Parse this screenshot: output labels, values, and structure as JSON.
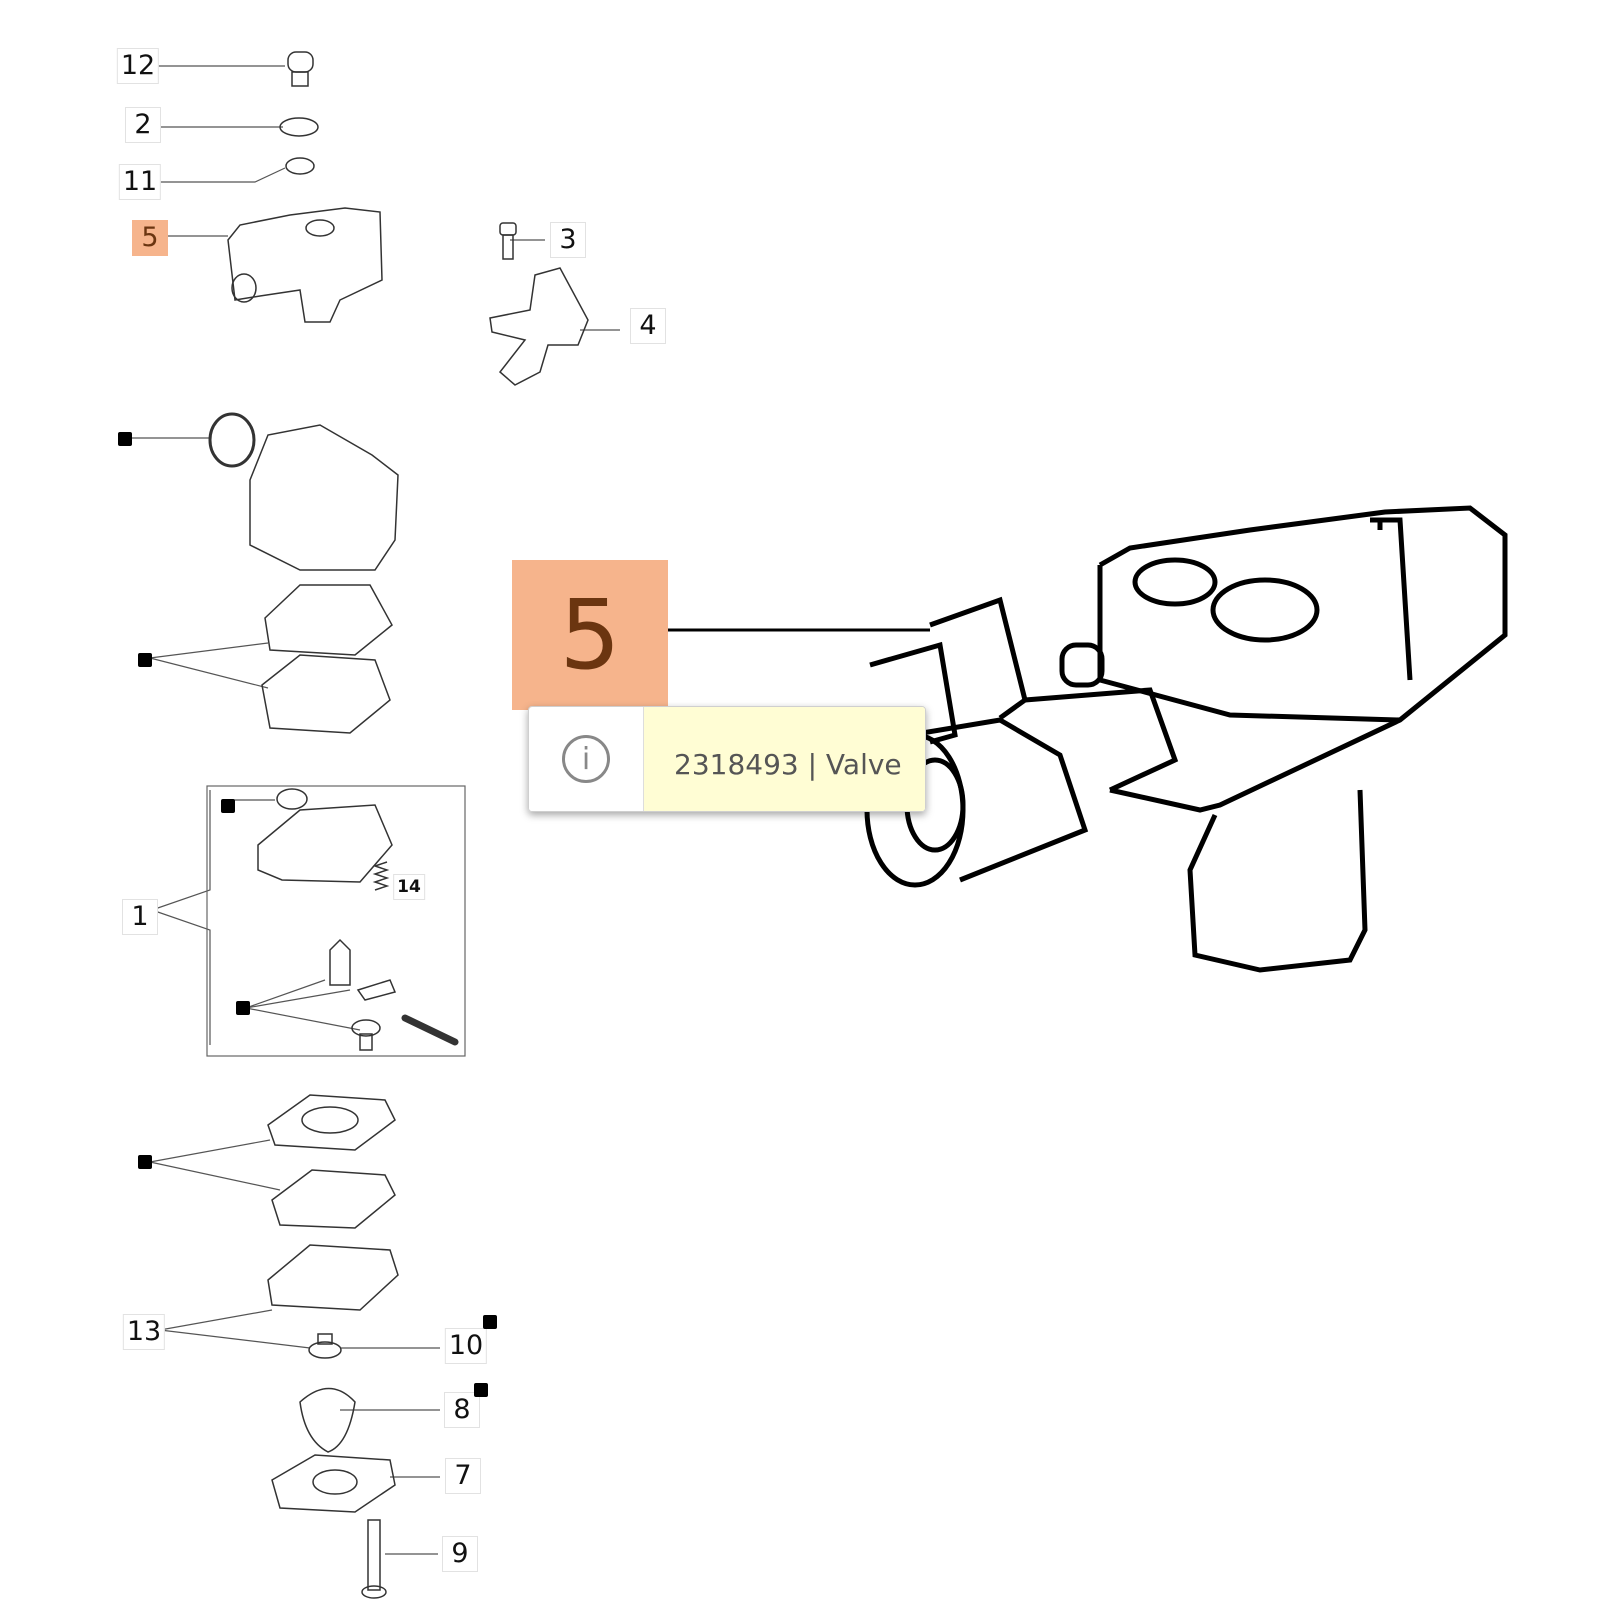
{
  "labels": {
    "l12": "12",
    "l2": "2",
    "l11": "11",
    "l5": "5",
    "l3": "3",
    "l4": "4",
    "l1": "1",
    "l14": "14",
    "l13": "13",
    "l10": "10",
    "l8": "8",
    "l7": "7",
    "l9": "9"
  },
  "callout": {
    "number": "5",
    "highlight_color": "#f6b48c"
  },
  "tooltip": {
    "icon": "info-icon",
    "glyph": "i",
    "text": "2318493 | Valve"
  }
}
